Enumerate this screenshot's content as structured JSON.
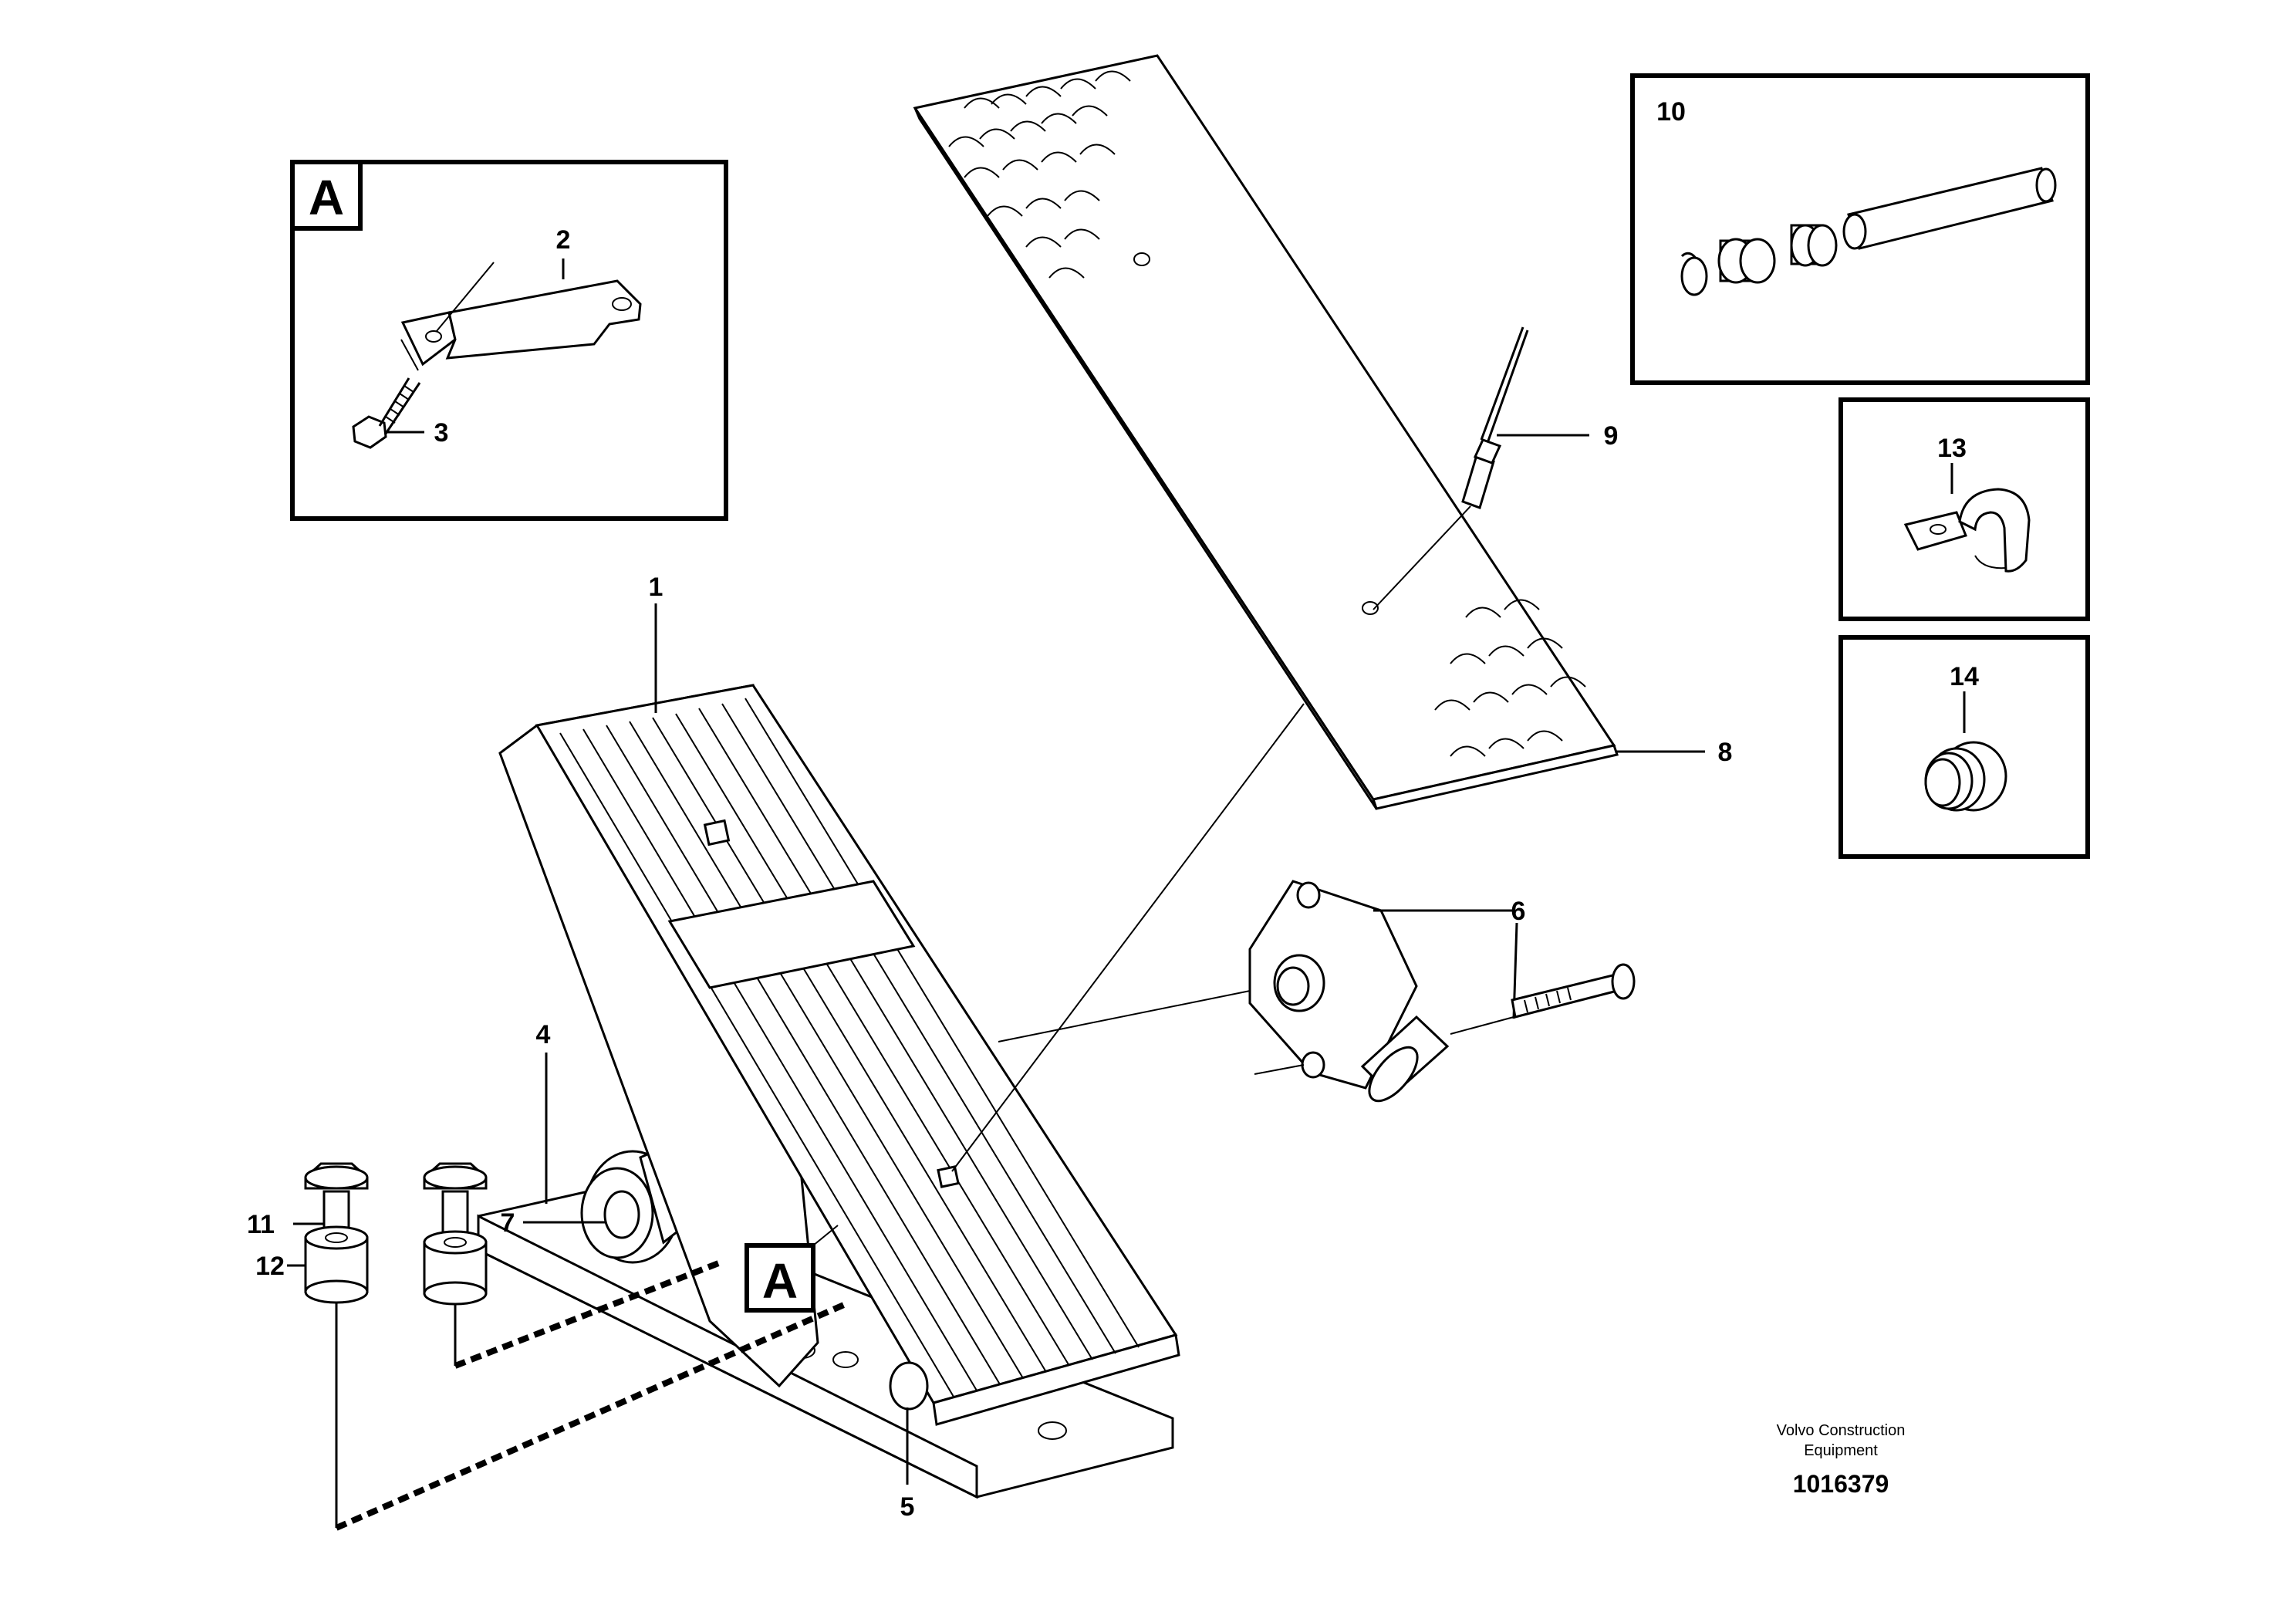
{
  "callouts": {
    "detail_a_box": "A",
    "detail_a_main": "A"
  },
  "labels": {
    "p1": "1",
    "p2": "2",
    "p3": "3",
    "p4": "4",
    "p5": "5",
    "p6": "6",
    "p7": "7",
    "p8": "8",
    "p9": "9",
    "p10": "10",
    "p11": "11",
    "p12": "12",
    "p13": "13",
    "p14": "14"
  },
  "footer": {
    "brand_line1": "Volvo Construction",
    "brand_line2": "Equipment",
    "drawing_number": "1016379"
  }
}
